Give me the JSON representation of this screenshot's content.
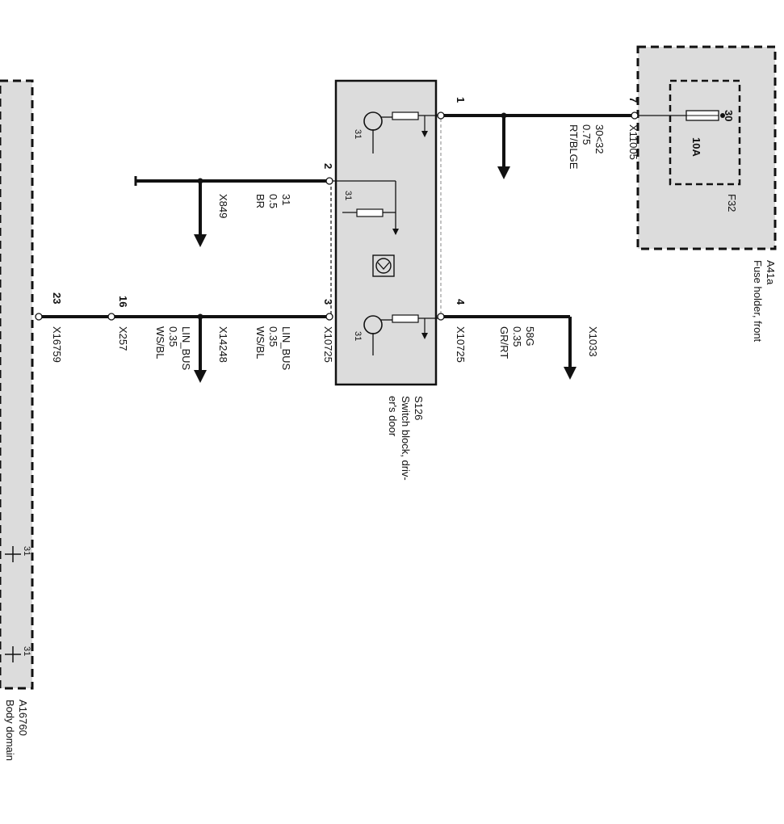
{
  "components": {
    "fuse_holder": {
      "id": "A41a",
      "name": "Fuse holder, front",
      "fuse_id": "F32",
      "fuse_rating": "10A",
      "fuse_pin": "30"
    },
    "switch_block": {
      "id": "S126",
      "name_line1": "Switch block, driv-",
      "name_line2": "er's door",
      "ground_label_1": "31",
      "ground_label_2": "31",
      "ground_label_3": "31"
    },
    "body_module": {
      "id": "A16760",
      "name_partial": "Body domain",
      "ground_1": "31",
      "ground_2": "31"
    }
  },
  "wires": {
    "supply": {
      "pin_sw": "1",
      "pin_fuse": "7",
      "connector": "X11005",
      "signal": "30<32",
      "size": "0.75",
      "color": "RT/BLGE"
    },
    "ground": {
      "pin_sw": "2",
      "connector": "X849",
      "signal": "31",
      "size": "0.5",
      "color": "BR"
    },
    "lin": {
      "pin_sw": "3",
      "connector_sw": "X10725",
      "signal_a": "LIN_BUS",
      "size_a": "0.35",
      "color_a": "WS/BL",
      "splice": "X14248",
      "pin_mid": "16",
      "connector_mid": "X257",
      "signal_b": "LIN_BUS",
      "size_b": "0.35",
      "color_b": "WS/BL",
      "pin_body": "23",
      "connector_body": "X16759"
    },
    "illum": {
      "pin_sw": "4",
      "connector_sw": "X10725",
      "signal": "58G",
      "size": "0.35",
      "color": "GR/RT",
      "connector_end": "X1033"
    }
  }
}
